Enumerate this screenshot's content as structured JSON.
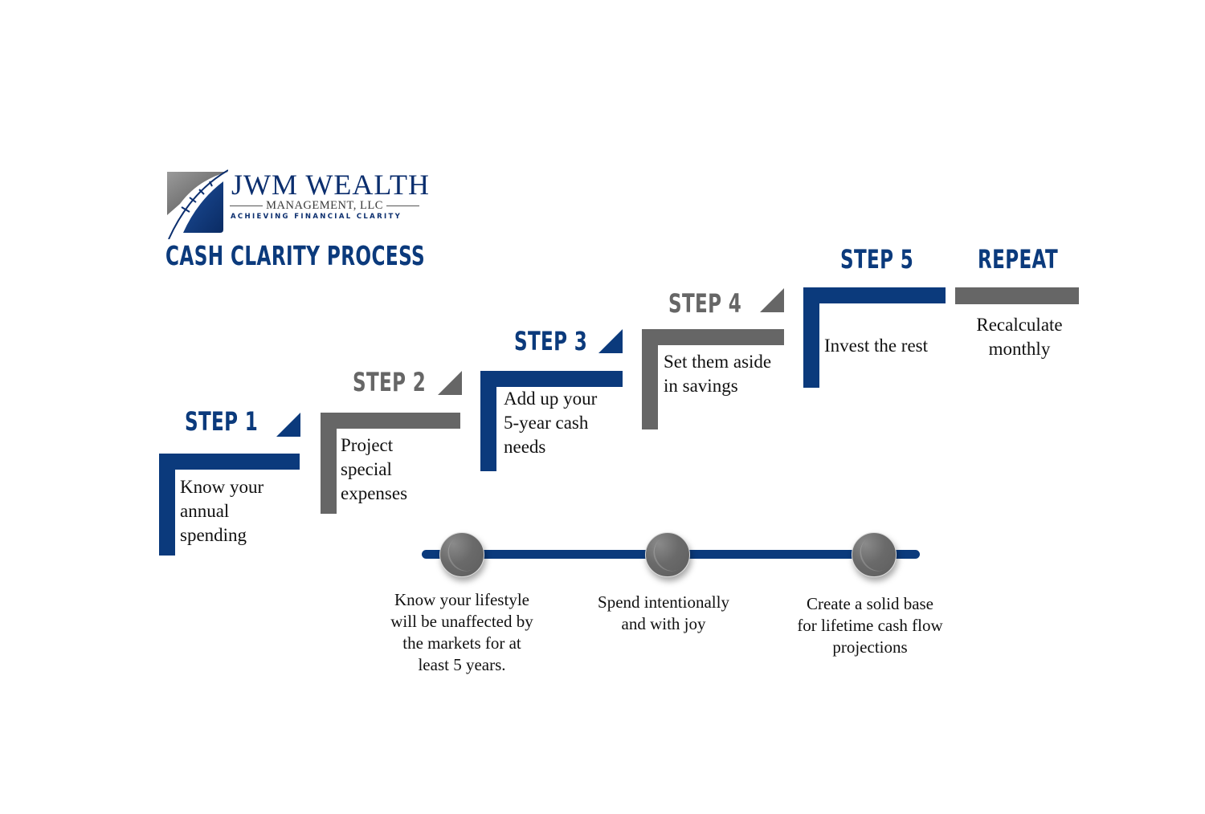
{
  "brand": {
    "name": "JWM WEALTH",
    "subtitle": "MANAGEMENT, LLC",
    "tagline": "ACHIEVING FINANCIAL CLARITY"
  },
  "title": "CASH CLARITY PROCESS",
  "colors": {
    "navy": "#0b3a7c",
    "gray": "#666666",
    "text": "#111111"
  },
  "steps": [
    {
      "label": "STEP 1",
      "color": "navy",
      "description": [
        "Know your",
        "annual",
        "spending"
      ]
    },
    {
      "label": "STEP 2",
      "color": "gray",
      "description": [
        "Project",
        "special",
        "expenses"
      ]
    },
    {
      "label": "STEP 3",
      "color": "navy",
      "description": [
        "Add up your",
        "5-year cash",
        "needs"
      ]
    },
    {
      "label": "STEP 4",
      "color": "gray",
      "description": [
        "Set them aside",
        "in savings"
      ]
    },
    {
      "label": "STEP 5",
      "color": "navy",
      "description": [
        "Invest the rest"
      ]
    },
    {
      "label": "REPEAT",
      "color": "gray",
      "description": [
        "Recalculate",
        "monthly"
      ]
    }
  ],
  "benefits": [
    {
      "text": [
        "Know your lifestyle",
        "will be unaffected by",
        "the markets for at",
        "least 5 years."
      ]
    },
    {
      "text": [
        "Spend intentionally",
        "and with joy"
      ]
    },
    {
      "text": [
        "Create a solid base",
        "for lifetime cash flow",
        "projections"
      ]
    }
  ]
}
